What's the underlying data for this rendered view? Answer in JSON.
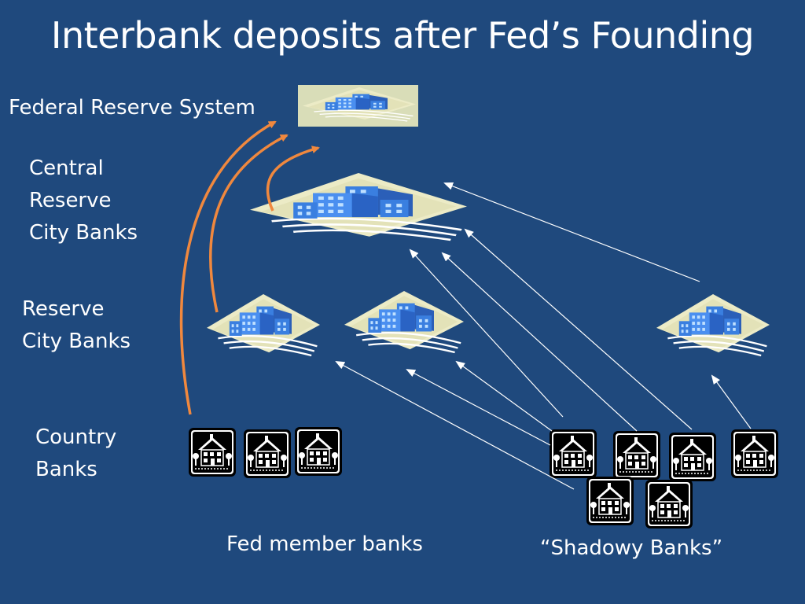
{
  "title": "Interbank deposits after Fed’s Founding",
  "labels": {
    "federal_reserve_system": "Federal Reserve System",
    "central_reserve_city_banks": [
      "Central",
      "Reserve",
      "City Banks"
    ],
    "reserve_city_banks": [
      "Reserve",
      "City Banks"
    ],
    "country_banks": [
      "Country",
      "Banks"
    ],
    "fed_member_banks": "Fed member banks",
    "shadowy_banks": "“Shadowy Banks”"
  },
  "colors": {
    "background": "#1f497d",
    "fed_arrow": "#f0883e",
    "shadow_arrow": "#ffffff",
    "building_blue": "#3a7fe0",
    "platform": "#e9e6c4"
  },
  "icons": {
    "bank": "office-building-icon",
    "small_bank": "house-icon"
  }
}
